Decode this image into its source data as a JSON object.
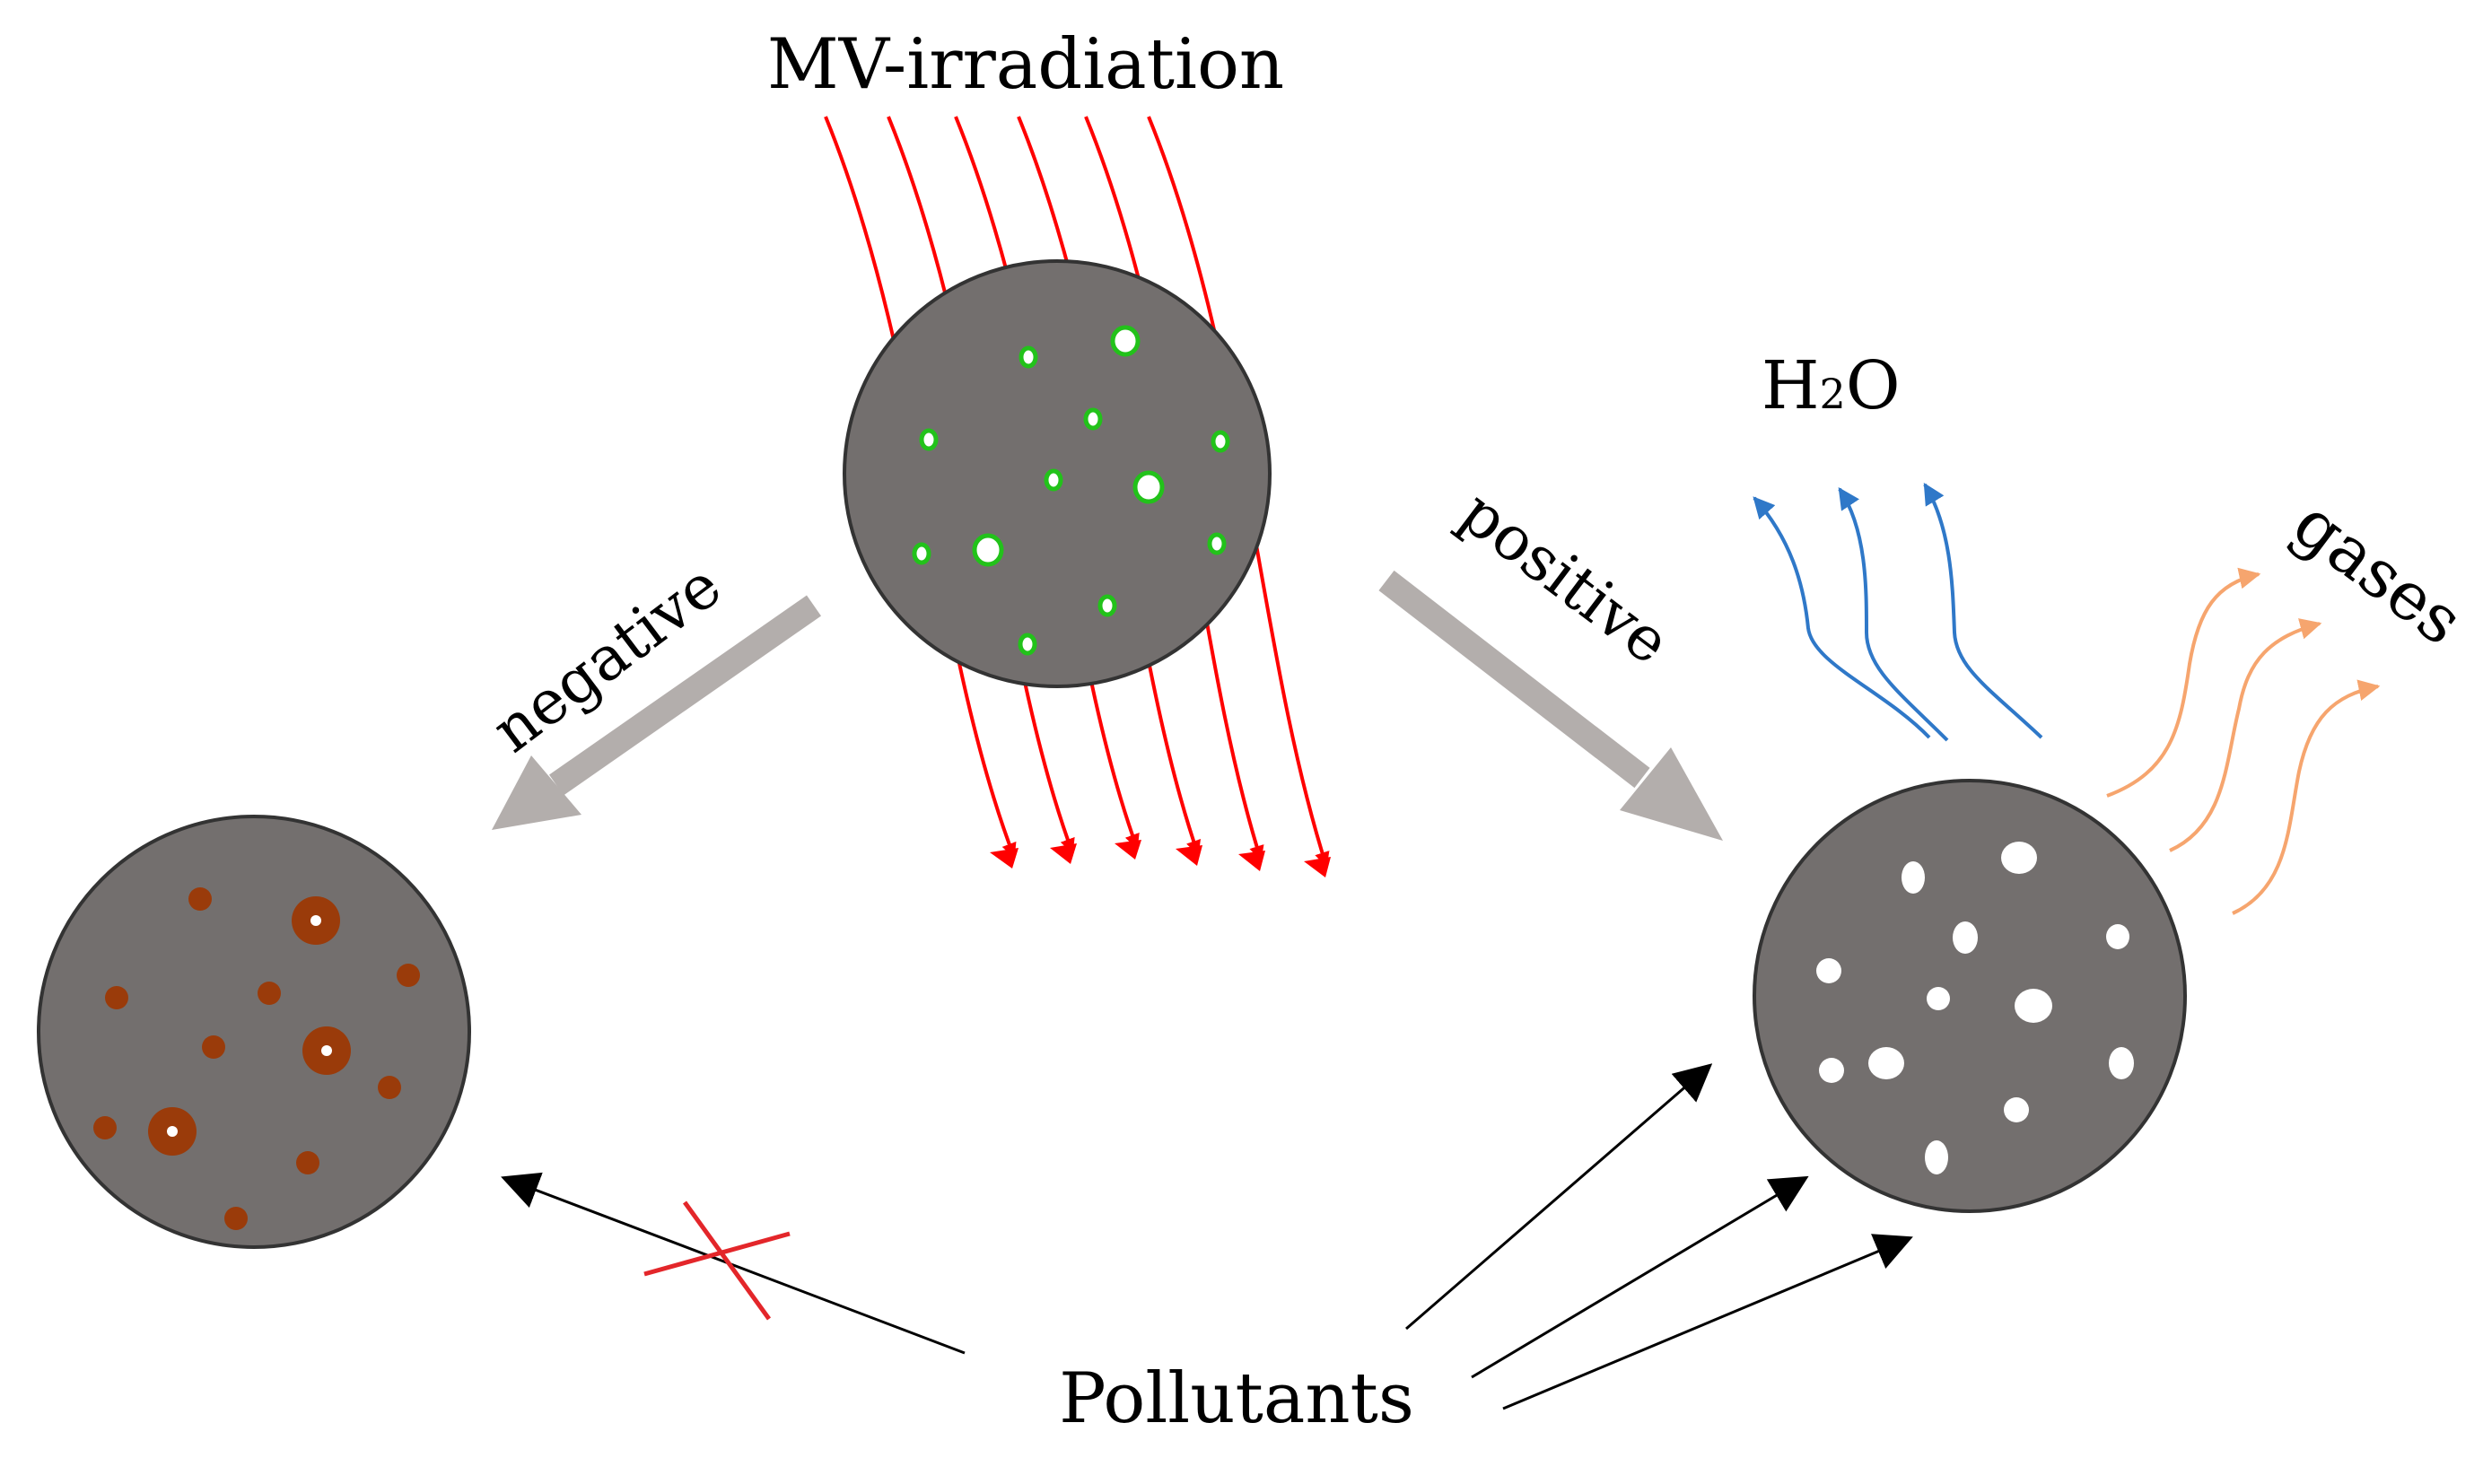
{
  "labels": {
    "top": "MV-irradiation",
    "negative": "negative",
    "positive": "positive",
    "water": "H",
    "water_sub": "2",
    "water_end": "O",
    "gases": "gases",
    "pollutants": "Pollutants"
  },
  "colors": {
    "background": "#ffffff",
    "particle_fill": "#736f6e",
    "particle_stroke": "#333333",
    "microwave": "#ff0000",
    "hot_spot_ring": "#22c21a",
    "pore": "#ffffff",
    "deposit": "#9a3b0a",
    "blocked_cross": "#e3262a",
    "process_arrow": "#b3aeac",
    "water_vapor": "#2f78c8",
    "gas_release": "#f6a56e",
    "pollutant_arrow": "#000000"
  },
  "icons": {
    "blocked": "cross-mark-icon"
  }
}
